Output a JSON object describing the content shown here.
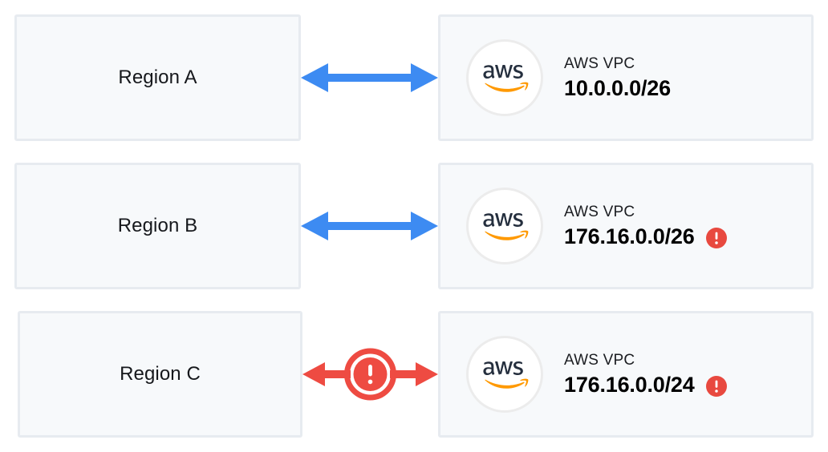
{
  "colors": {
    "background": "#ffffff",
    "card_fill": "#f7f9fb",
    "card_border": "#e7ebf0",
    "arrow_ok": "#3d8bf2",
    "arrow_error": "#ee4b42",
    "error_badge": "#e8493f",
    "aws_text": "#252f3e",
    "aws_swoosh": "#ff9900",
    "label_text": "#16181c"
  },
  "rows": [
    {
      "region_label": "Region A",
      "connector": {
        "state": "ok",
        "icon": "double-arrow-horizontal"
      },
      "vpc": {
        "logo_icon": "aws-logo-icon",
        "title": "AWS VPC",
        "cidr": "10.0.0.0/26",
        "error": false,
        "error_icon": "error-exclamation-icon"
      }
    },
    {
      "region_label": "Region B",
      "connector": {
        "state": "ok",
        "icon": "double-arrow-horizontal"
      },
      "vpc": {
        "logo_icon": "aws-logo-icon",
        "title": "AWS VPC",
        "cidr": "176.16.0.0/26",
        "error": true,
        "error_icon": "error-exclamation-icon"
      }
    },
    {
      "region_label": "Region C",
      "connector": {
        "state": "error",
        "icon": "double-arrow-horizontal-blocked"
      },
      "vpc": {
        "logo_icon": "aws-logo-icon",
        "title": "AWS VPC",
        "cidr": "176.16.0.0/24",
        "error": true,
        "error_icon": "error-exclamation-icon"
      }
    }
  ]
}
